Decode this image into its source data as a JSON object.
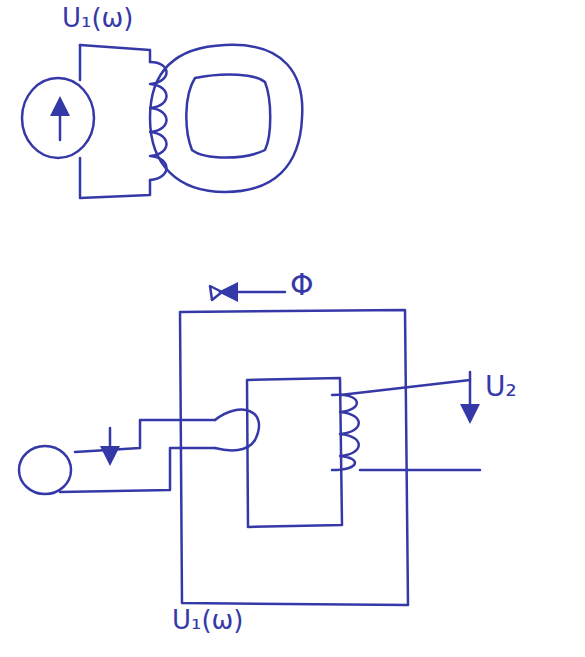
{
  "diagram": {
    "labels": [
      "U₁(ω)",
      "Φ",
      "U₂",
      "U₁(ω)"
    ]
  }
}
